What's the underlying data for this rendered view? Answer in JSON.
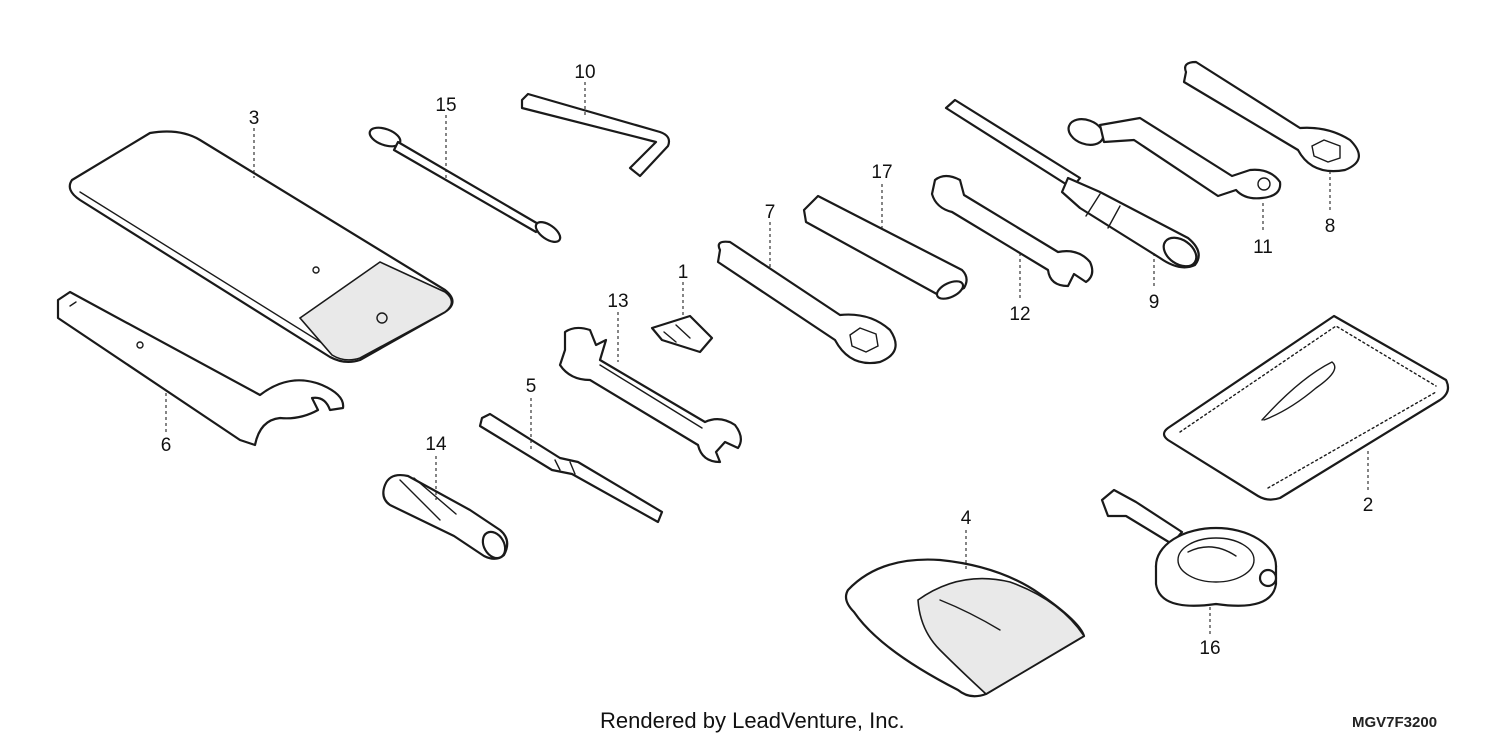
{
  "callouts": {
    "c1": "1",
    "c2": "2",
    "c3": "3",
    "c4": "4",
    "c5": "5",
    "c6": "6",
    "c7": "7",
    "c8": "8",
    "c9": "9",
    "c10": "10",
    "c11": "11",
    "c12": "12",
    "c13": "13",
    "c14": "14",
    "c15": "15",
    "c16": "16",
    "c17": "17"
  },
  "footer": {
    "credit": "Rendered by LeadVenture, Inc.",
    "code": "MGV7F3200"
  },
  "colors": {
    "line": "#1a1a1a",
    "background": "#ffffff"
  }
}
